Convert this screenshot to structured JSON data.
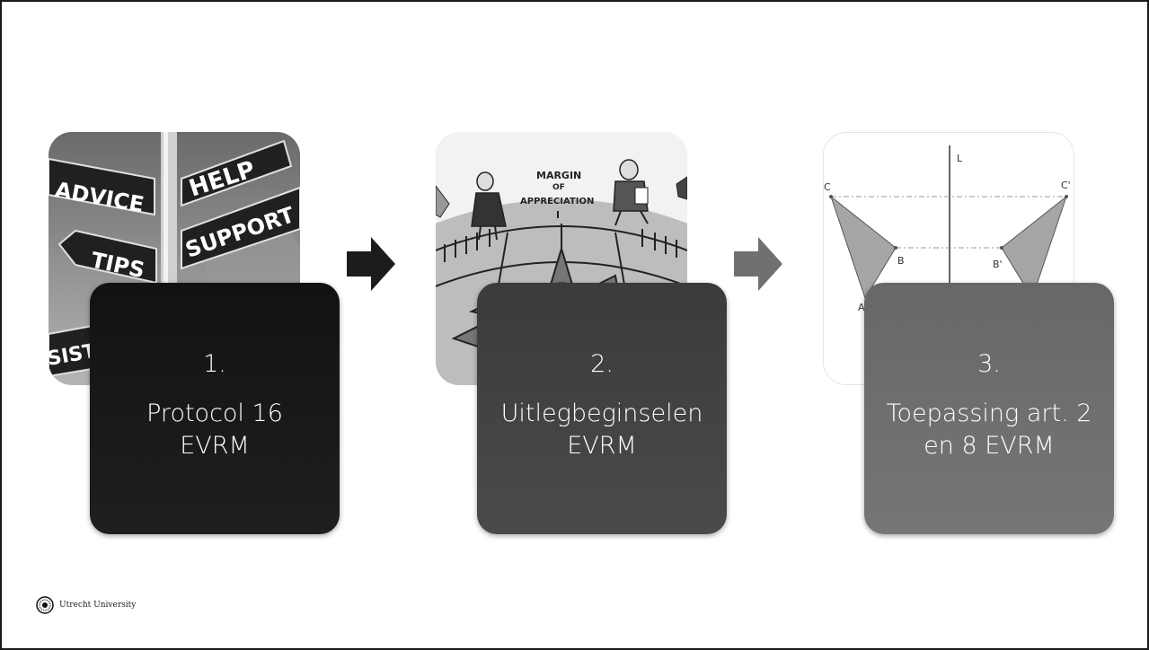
{
  "steps": [
    {
      "number": "1.",
      "label_line1": "Protocol 16",
      "label_line2": "EVRM"
    },
    {
      "number": "2.",
      "label_line1": "Uitlegbeginselen",
      "label_line2": "EVRM"
    },
    {
      "number": "3.",
      "label_line1": "Toepassing art. 2",
      "label_line2": "en 8 EVRM"
    }
  ],
  "image1_signs": {
    "advice": "ADVICE",
    "help": "HELP",
    "tips": "TIPS",
    "support": "SUPPORT",
    "assist": "SIST"
  },
  "image2_text": {
    "line1": "MARGIN",
    "line2": "OF",
    "line3": "APPRECIATION"
  },
  "image3_labels": {
    "axis": "L",
    "c": "C",
    "c_prime": "C'",
    "b": "B",
    "b_prime": "B'",
    "a": "A"
  },
  "footer": {
    "logo_text": "Utrecht University"
  },
  "colors": {
    "card1": "#121212",
    "card2": "#3b3b3b",
    "card3": "#676767",
    "arrow1": "#1c1c1c",
    "arrow2": "#707070"
  }
}
